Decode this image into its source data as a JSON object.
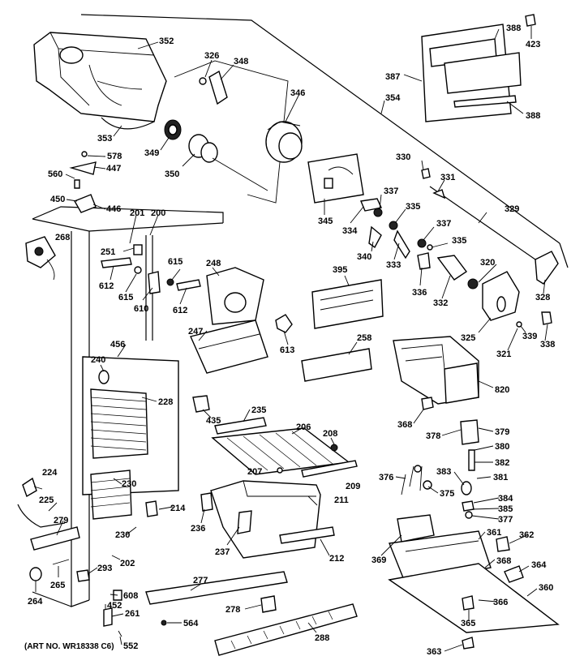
{
  "art_number": "(ART NO. WR18338 C6)",
  "part_labels": [
    {
      "id": "p352",
      "text": "352"
    },
    {
      "id": "p326",
      "text": "326"
    },
    {
      "id": "p348",
      "text": "348"
    },
    {
      "id": "p346",
      "text": "346"
    },
    {
      "id": "p349",
      "text": "349"
    },
    {
      "id": "p350",
      "text": "350"
    },
    {
      "id": "p353",
      "text": "353"
    },
    {
      "id": "p578",
      "text": "578"
    },
    {
      "id": "p447",
      "text": "447"
    },
    {
      "id": "p560",
      "text": "560"
    },
    {
      "id": "p450",
      "text": "450"
    },
    {
      "id": "p446",
      "text": "446"
    },
    {
      "id": "p201",
      "text": "201"
    },
    {
      "id": "p200",
      "text": "200"
    },
    {
      "id": "p268",
      "text": "268"
    },
    {
      "id": "p251",
      "text": "251"
    },
    {
      "id": "p612a",
      "text": "612"
    },
    {
      "id": "p615a",
      "text": "615"
    },
    {
      "id": "p615b",
      "text": "615"
    },
    {
      "id": "p610",
      "text": "610"
    },
    {
      "id": "p612b",
      "text": "612"
    },
    {
      "id": "p248",
      "text": "248"
    },
    {
      "id": "p247",
      "text": "247"
    },
    {
      "id": "p613",
      "text": "613"
    },
    {
      "id": "p345",
      "text": "345"
    },
    {
      "id": "p334",
      "text": "334"
    },
    {
      "id": "p337a",
      "text": "337"
    },
    {
      "id": "p335a",
      "text": "335"
    },
    {
      "id": "p330",
      "text": "330"
    },
    {
      "id": "p331",
      "text": "331"
    },
    {
      "id": "p329",
      "text": "329"
    },
    {
      "id": "p337b",
      "text": "337"
    },
    {
      "id": "p335b",
      "text": "335"
    },
    {
      "id": "p340",
      "text": "340"
    },
    {
      "id": "p333",
      "text": "333"
    },
    {
      "id": "p336",
      "text": "336"
    },
    {
      "id": "p332",
      "text": "332"
    },
    {
      "id": "p320",
      "text": "320"
    },
    {
      "id": "p328",
      "text": "328"
    },
    {
      "id": "p325",
      "text": "325"
    },
    {
      "id": "p339",
      "text": "339"
    },
    {
      "id": "p321",
      "text": "321"
    },
    {
      "id": "p338",
      "text": "338"
    },
    {
      "id": "p388a",
      "text": "388"
    },
    {
      "id": "p423",
      "text": "423"
    },
    {
      "id": "p387",
      "text": "387"
    },
    {
      "id": "p354",
      "text": "354"
    },
    {
      "id": "p388b",
      "text": "388"
    },
    {
      "id": "p395",
      "text": "395"
    },
    {
      "id": "p258",
      "text": "258"
    },
    {
      "id": "p820",
      "text": "820"
    },
    {
      "id": "p456",
      "text": "456"
    },
    {
      "id": "p240",
      "text": "240"
    },
    {
      "id": "p228",
      "text": "228"
    },
    {
      "id": "p435",
      "text": "435"
    },
    {
      "id": "p235",
      "text": "235"
    },
    {
      "id": "p206",
      "text": "206"
    },
    {
      "id": "p208",
      "text": "208"
    },
    {
      "id": "p368a",
      "text": "368"
    },
    {
      "id": "p378",
      "text": "378"
    },
    {
      "id": "p379",
      "text": "379"
    },
    {
      "id": "p380",
      "text": "380"
    },
    {
      "id": "p382",
      "text": "382"
    },
    {
      "id": "p381",
      "text": "381"
    },
    {
      "id": "p376",
      "text": "376"
    },
    {
      "id": "p375",
      "text": "375"
    },
    {
      "id": "p383",
      "text": "383"
    },
    {
      "id": "p384",
      "text": "384"
    },
    {
      "id": "p385",
      "text": "385"
    },
    {
      "id": "p377",
      "text": "377"
    },
    {
      "id": "p224",
      "text": "224"
    },
    {
      "id": "p225",
      "text": "225"
    },
    {
      "id": "p230a",
      "text": "230"
    },
    {
      "id": "p214",
      "text": "214"
    },
    {
      "id": "p279",
      "text": "279"
    },
    {
      "id": "p230b",
      "text": "230"
    },
    {
      "id": "p207",
      "text": "207"
    },
    {
      "id": "p209",
      "text": "209"
    },
    {
      "id": "p211",
      "text": "211"
    },
    {
      "id": "p236",
      "text": "236"
    },
    {
      "id": "p237",
      "text": "237"
    },
    {
      "id": "p212",
      "text": "212"
    },
    {
      "id": "p369",
      "text": "369"
    },
    {
      "id": "p361",
      "text": "361"
    },
    {
      "id": "p362",
      "text": "362"
    },
    {
      "id": "p368b",
      "text": "368"
    },
    {
      "id": "p364",
      "text": "364"
    },
    {
      "id": "p360",
      "text": "360"
    },
    {
      "id": "p366",
      "text": "366"
    },
    {
      "id": "p365",
      "text": "365"
    },
    {
      "id": "p363",
      "text": "363"
    },
    {
      "id": "p264",
      "text": "264"
    },
    {
      "id": "p265",
      "text": "265"
    },
    {
      "id": "p293",
      "text": "293"
    },
    {
      "id": "p202",
      "text": "202"
    },
    {
      "id": "p277",
      "text": "277"
    },
    {
      "id": "p608",
      "text": "608"
    },
    {
      "id": "p452",
      "text": "452"
    },
    {
      "id": "p261",
      "text": "261"
    },
    {
      "id": "p278",
      "text": "278"
    },
    {
      "id": "p564",
      "text": "564"
    },
    {
      "id": "p552",
      "text": "552"
    },
    {
      "id": "p288",
      "text": "288"
    }
  ]
}
